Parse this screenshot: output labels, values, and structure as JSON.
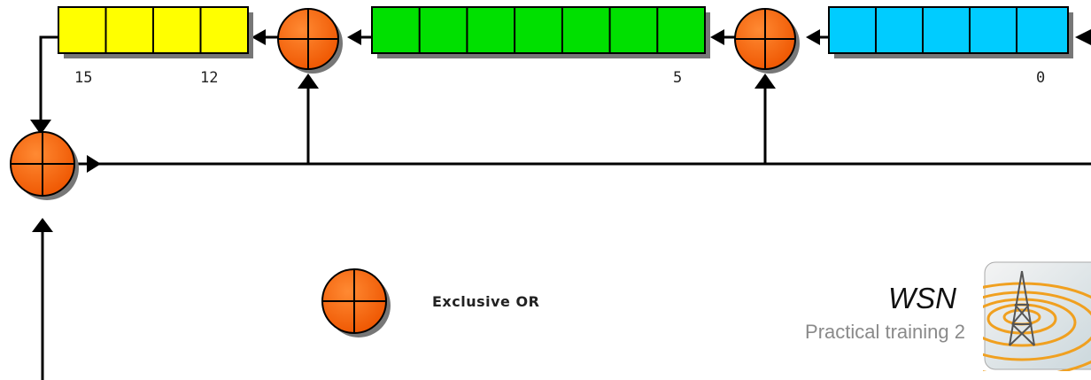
{
  "bit_labels": {
    "b15": "15",
    "b12": "12",
    "b5": "5",
    "b0": "0"
  },
  "legend": {
    "label": "Exclusive OR",
    "symbol_icon": "xor-circle-plus"
  },
  "branding": {
    "title": "WSN",
    "subtitle": "Practical training 2",
    "logo_icon": "radio-tower-icon"
  },
  "colors": {
    "register_high": "#ffff00",
    "register_mid": "#00e000",
    "register_low": "#00ccff",
    "xor_gate": "#ff6600",
    "shadow": "#777777",
    "line": "#000000"
  }
}
